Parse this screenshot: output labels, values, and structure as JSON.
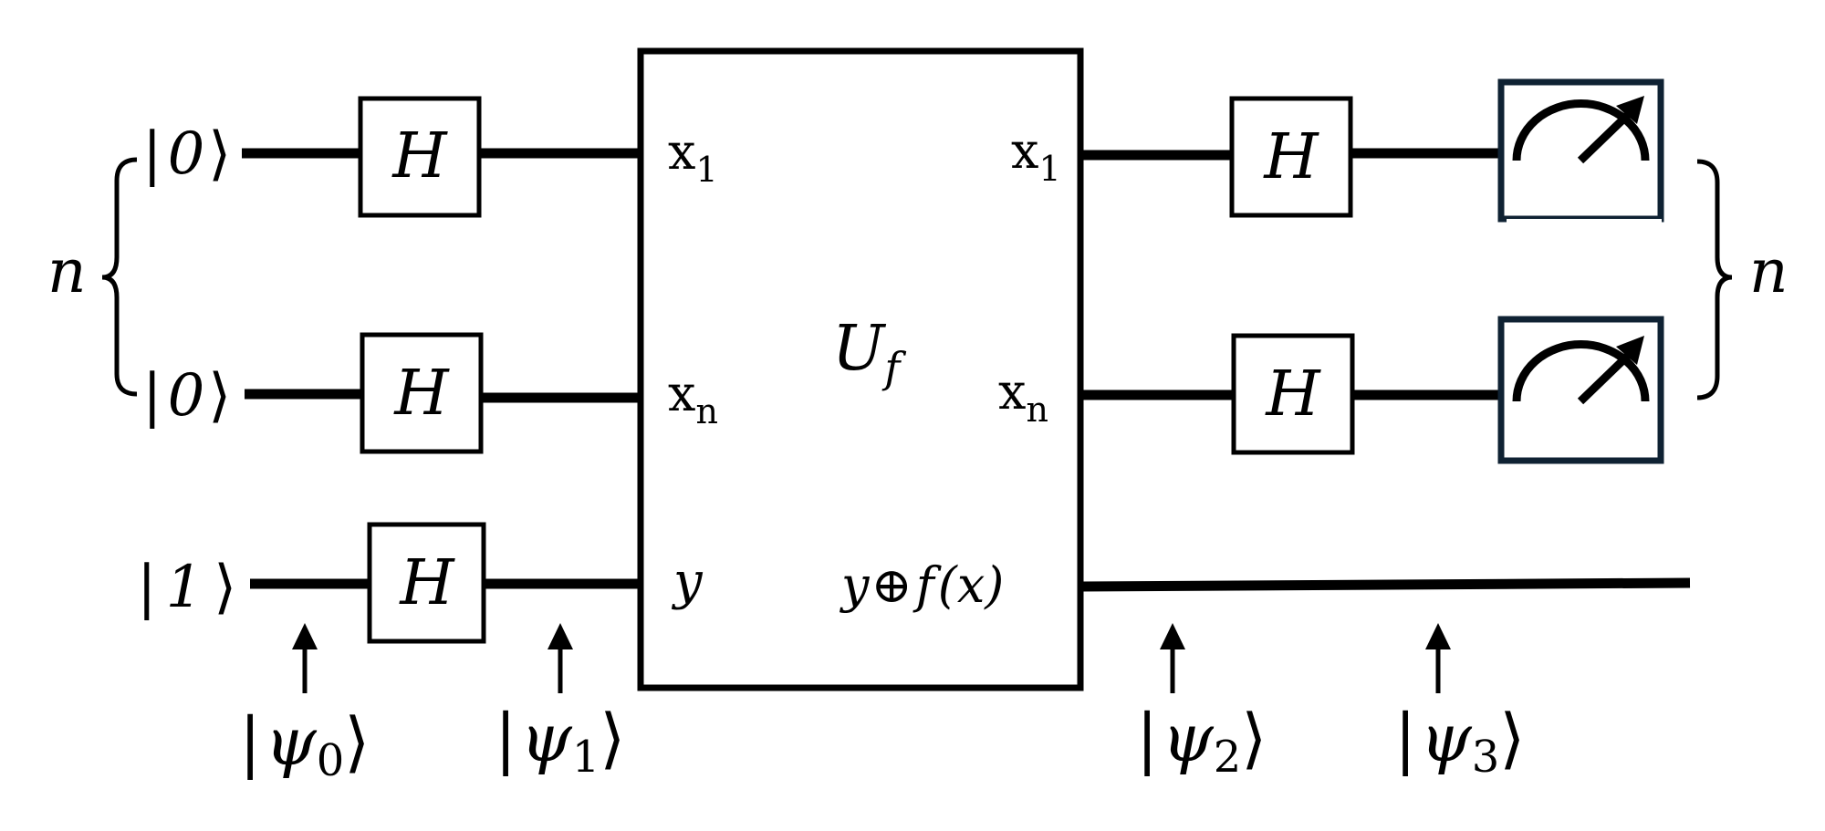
{
  "inputs": {
    "q0": {
      "ket_open": "|",
      "ket_text": "0",
      "ket_close": "⟩"
    },
    "qn": {
      "ket_open": "|",
      "ket_text": "0",
      "ket_close": "⟩"
    },
    "ancilla": {
      "ket_open": "|",
      "ket_text": "1",
      "ket_close": "⟩"
    }
  },
  "register_label_left": "n",
  "register_label_right": "n",
  "gates": {
    "h_label": "H"
  },
  "oracle": {
    "label_main": "U",
    "label_sub": "f",
    "in_x1_main": "x",
    "in_x1_sub": "1",
    "in_xn_main": "x",
    "in_xn_sub": "n",
    "in_y": "y",
    "out_x1_main": "x",
    "out_x1_sub": "1",
    "out_xn_main": "x",
    "out_xn_sub": "n",
    "out_y_left": "y",
    "out_y_xor": "⊕",
    "out_y_f": "f",
    "out_y_args": "(x)"
  },
  "states": {
    "psi0": {
      "open": "|",
      "psi": "ψ",
      "sub": "0",
      "close": "⟩"
    },
    "psi1": {
      "open": "|",
      "psi": "ψ",
      "sub": "1",
      "close": "⟩"
    },
    "psi2": {
      "open": "|",
      "psi": "ψ",
      "sub": "2",
      "close": "⟩"
    },
    "psi3": {
      "open": "|",
      "psi": "ψ",
      "sub": "3",
      "close": "⟩"
    }
  },
  "colors": {
    "line": "#000000",
    "meter_border": "#0f2233"
  },
  "icons": {
    "meter": "measurement-meter-icon",
    "arrow": "up-arrow-icon"
  }
}
